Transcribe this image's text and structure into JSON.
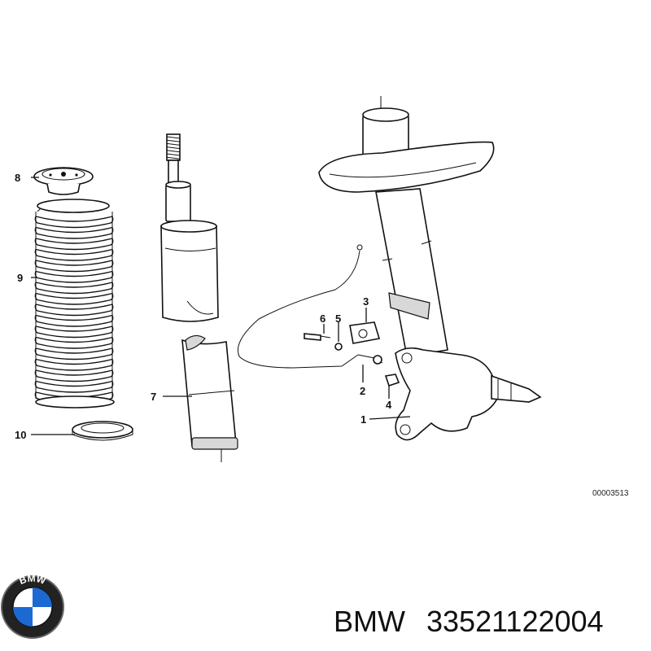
{
  "callouts": {
    "c1": "1",
    "c2": "2",
    "c3": "3",
    "c4": "4",
    "c5": "5",
    "c6": "6",
    "c7": "7",
    "c8": "8",
    "c9": "9",
    "c10": "10"
  },
  "reference_code": "00003513",
  "brand": {
    "name": "BMW",
    "part_number": "33521122004",
    "logo_letters": "BMW",
    "logo_colors": {
      "blue": "#1c69d4",
      "white": "#ffffff",
      "ring": "#111111"
    }
  }
}
